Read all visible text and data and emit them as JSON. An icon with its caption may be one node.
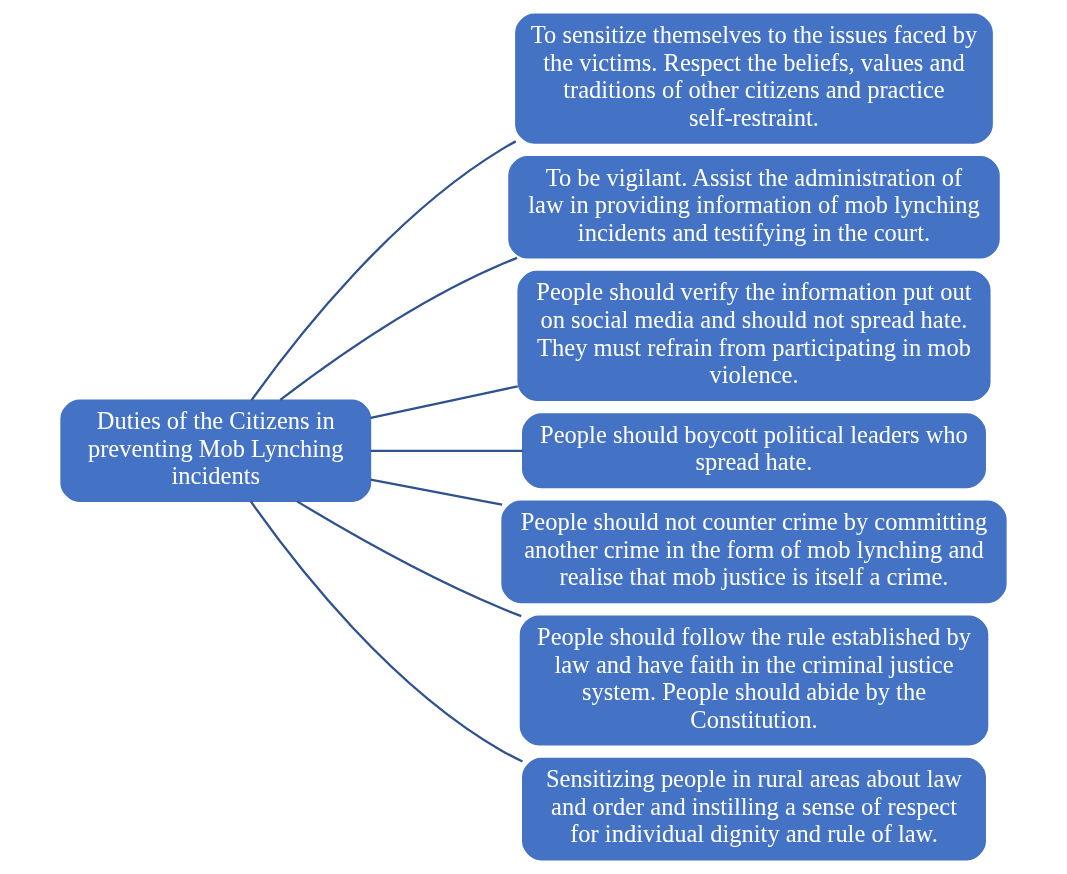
{
  "diagram": {
    "nodes": [
      {
        "text": [
          "Duties of the Citizens in preventing Mob Lynching incidents"
        ]
      },
      {
        "text": [
          "To sensitize themselves to the issues faced by the victims. Respect the beliefs, values and traditions of other citizens and practice self-restraint."
        ]
      },
      {
        "text": [
          "To be vigilant. Assist the administration of law in providing information of mob lynching incidents and testifying in the court."
        ]
      },
      {
        "text": [
          "People should verify the information put out on social media and should not spread hate. They must refrain from participating in mob violence."
        ]
      },
      {
        "text": [
          "People should boycott political leaders who spread hate."
        ]
      },
      {
        "text": [
          "People should not counter crime by committing another crime in the form of mob lynching and realise that mob justice is itself a crime."
        ]
      },
      {
        "text": [
          "People should follow the rule established by law and have faith in the criminal justice system. People should abide by the Constitution."
        ]
      },
      {
        "text": [
          "Sensitizing people in rural areas about law and order and instilling a sense of respect for individual dignity and rule of law."
        ]
      }
    ],
    "edges": [
      {
        "from": 0,
        "to": 1,
        "arrow": "none"
      },
      {
        "from": 0,
        "to": 2,
        "arrow": "none"
      },
      {
        "from": 0,
        "to": 3,
        "arrow": "none"
      },
      {
        "from": 0,
        "to": 4,
        "arrow": "none"
      },
      {
        "from": 0,
        "to": 5,
        "arrow": "none"
      },
      {
        "from": 0,
        "to": 6,
        "arrow": "none"
      },
      {
        "from": 0,
        "to": 7,
        "arrow": "none"
      }
    ]
  }
}
